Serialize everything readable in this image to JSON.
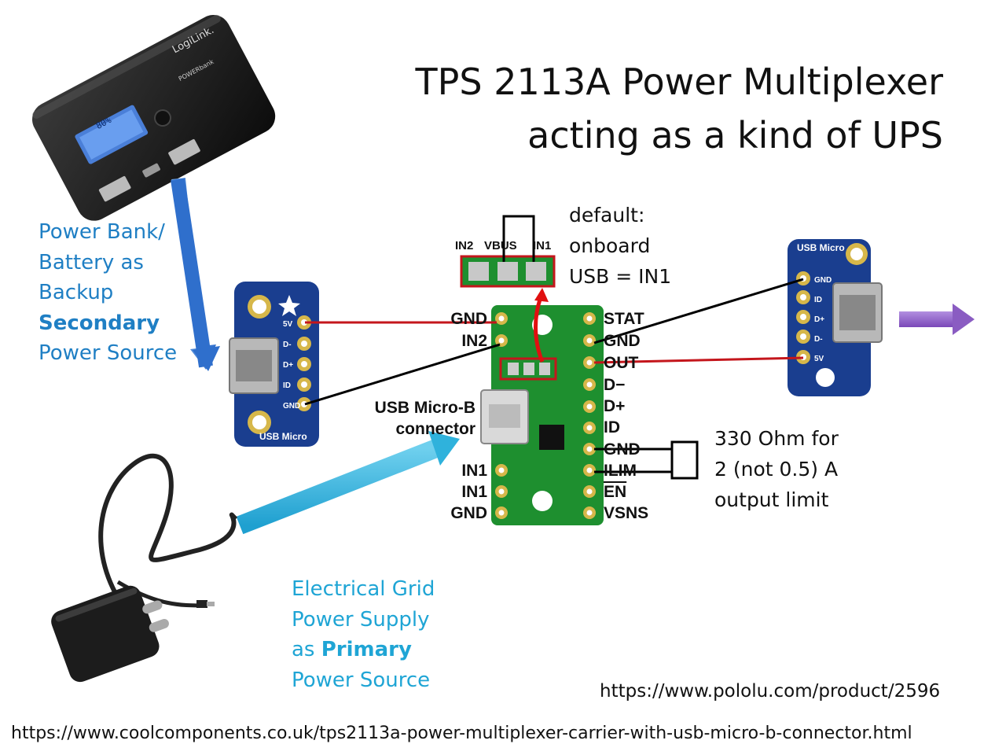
{
  "title": {
    "line1": "TPS 2113A Power Multiplexer",
    "line2": "acting as a kind of UPS"
  },
  "backup_label": {
    "line1": "Power Bank/",
    "line2": "Battery as",
    "line3": "Backup",
    "line4": "Secondary",
    "line5": "Power Source"
  },
  "primary_label": {
    "line1": "Electrical Grid",
    "line2": "Power Supply",
    "line3_pre": "as ",
    "line3_bold": "Primary",
    "line4": "Power Source"
  },
  "default_note": {
    "line1": "default:",
    "line2": "onboard",
    "line3": "USB = IN1"
  },
  "ilim_note": {
    "line1": "330 Ohm for",
    "line2": "2 (not 0.5) A",
    "line3": "output limit"
  },
  "jumper_labels": {
    "in2": "IN2",
    "vbus": "VBUS",
    "in1": "IN1"
  },
  "connector_label": {
    "line1": "USB Micro-B",
    "line2": "connector"
  },
  "pins_left": {
    "gnd_top": "GND",
    "in2": "IN2",
    "in1_a": "IN1",
    "in1_b": "IN1",
    "gnd_bottom": "GND"
  },
  "pins_right": {
    "stat": "STAT",
    "gnd1": "GND",
    "out": "OUT",
    "dminus": "D−",
    "dplus": "D+",
    "id": "ID",
    "gnd2": "GND",
    "ilim": "ILIM",
    "en": "EN",
    "vsns": "VSNS"
  },
  "powerbank": {
    "brand": "LogiLink.",
    "sub": "POWERbank",
    "display": "80%"
  },
  "breakout_left": {
    "pins": [
      "5V",
      "D-",
      "D+",
      "ID",
      "GND"
    ],
    "label": "USB Micro"
  },
  "breakout_right": {
    "pins": [
      "GND",
      "ID",
      "D+",
      "D-",
      "5V"
    ],
    "label": "USB Micro"
  },
  "urls": {
    "pololu": "https://www.pololu.com/product/2596",
    "coolcomponents": "https://www.coolcomponents.co.uk/tps2113a-power-multiplexer-carrier-with-usb-micro-b-connector.html"
  },
  "colors": {
    "blue_text": "#1f7fc4",
    "cyan_text": "#1fa5d5",
    "board_green": "#1e8f2f",
    "breakout_blue": "#1a3e8f",
    "wire_red": "#c4161c",
    "wire_black": "#000000",
    "arrow_purple": "#8a5cc2",
    "arrow_blue": "#3d7fd6",
    "arrow_cyan": "#2fb2dc"
  }
}
